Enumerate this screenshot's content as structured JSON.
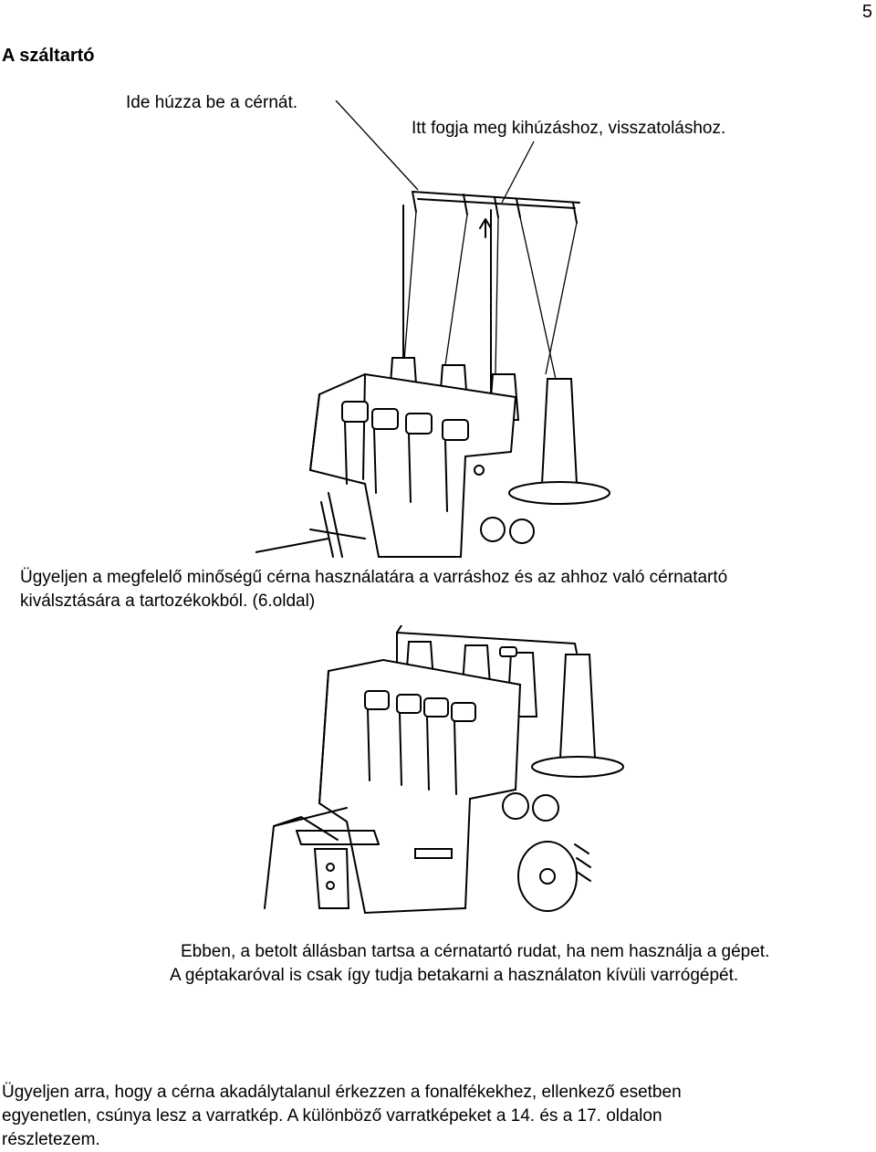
{
  "page": {
    "number": "5"
  },
  "section": {
    "title": "A száltartó"
  },
  "figure1": {
    "label_left": "Ide húzza be a cérnát.",
    "label_right": "Itt fogja meg kihúzáshoz, visszatoláshoz."
  },
  "paragraph1": {
    "line1": "Ügyeljen a megfelelő minőségű cérna használatára a varráshoz és az ahhoz való cérnatartó",
    "line2": "kiválsztására a tartozékokból. (6.oldal)"
  },
  "note2": {
    "line1": "Ebben, a betolt állásban tartsa a cérnatartó rudat, ha nem használja a gépet.",
    "line2": "A géptakaróval is csak így tudja betakarni a használaton kívüli varrógépét."
  },
  "paragraph3": {
    "line1": "Ügyeljen arra, hogy a cérna akadálytalanul érkezzen a fonalfékekhez, ellenkező esetben",
    "line2": "egyenetlen, csúnya lesz a varratkép. A különböző varratképeket a 14. és a 17. oldalon",
    "line3": "részletezem."
  }
}
